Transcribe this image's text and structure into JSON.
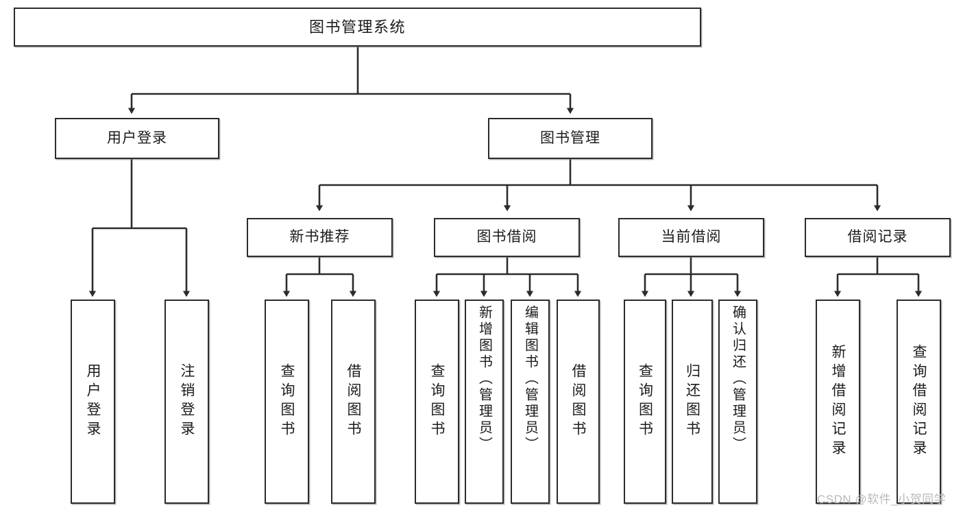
{
  "diagram": {
    "title": "图书管理系统",
    "watermark": "CSDN @软件_小贺同学",
    "line_color": "#2b2b2b",
    "box_fill": "#ffffff",
    "text_color": "#1b1b1b",
    "nodes": {
      "root": "图书管理系统",
      "level1": {
        "user_login": "用户登录",
        "book_manage": "图书管理"
      },
      "level2": {
        "new_book_recommend": "新书推荐",
        "book_borrow": "图书借阅",
        "current_borrow": "当前借阅",
        "borrow_record": "借阅记录"
      },
      "leaves": {
        "user_login_leaf": "用户登录",
        "logout_leaf": "注销登录",
        "query_book_1": "查询图书",
        "borrow_book_1": "借阅图书",
        "query_book_2": "查询图书",
        "add_book_admin": "新增图书（管理员）",
        "edit_book_admin": "编辑图书（管理员）",
        "borrow_book_2": "借阅图书",
        "query_book_3": "查询图书",
        "return_book": "归还图书",
        "confirm_return_admin": "确认归还（管理员）",
        "add_borrow_record": "新增借阅记录",
        "query_borrow_record": "查询借阅记录"
      }
    },
    "hierarchy": [
      {
        "label": "图书管理系统",
        "children": [
          {
            "label": "用户登录",
            "children": [
              {
                "label": "用户登录",
                "children": []
              },
              {
                "label": "注销登录",
                "children": []
              }
            ]
          },
          {
            "label": "图书管理",
            "children": [
              {
                "label": "新书推荐",
                "children": [
                  {
                    "label": "查询图书",
                    "children": []
                  },
                  {
                    "label": "借阅图书",
                    "children": []
                  }
                ]
              },
              {
                "label": "图书借阅",
                "children": [
                  {
                    "label": "查询图书",
                    "children": []
                  },
                  {
                    "label": "新增图书（管理员）",
                    "children": []
                  },
                  {
                    "label": "编辑图书（管理员）",
                    "children": []
                  },
                  {
                    "label": "借阅图书",
                    "children": []
                  }
                ]
              },
              {
                "label": "当前借阅",
                "children": [
                  {
                    "label": "查询图书",
                    "children": []
                  },
                  {
                    "label": "归还图书",
                    "children": []
                  },
                  {
                    "label": "确认归还（管理员）",
                    "children": []
                  }
                ]
              },
              {
                "label": "借阅记录",
                "children": [
                  {
                    "label": "新增借阅记录",
                    "children": []
                  },
                  {
                    "label": "查询借阅记录",
                    "children": []
                  }
                ]
              }
            ]
          }
        ]
      }
    ]
  }
}
